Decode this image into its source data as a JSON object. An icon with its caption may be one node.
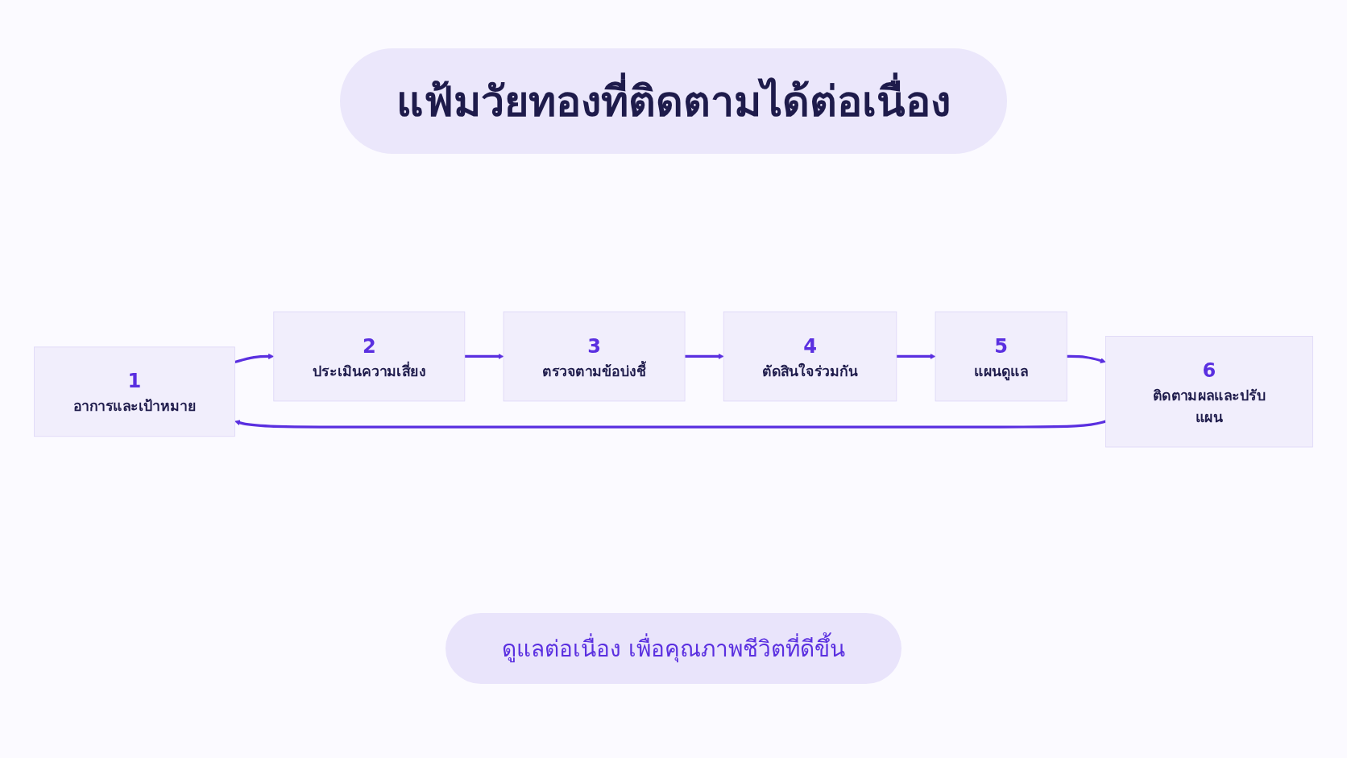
{
  "diagram": {
    "title": "แฟ้มวัยทองที่ติดตามได้ต่อเนื่อง",
    "caption": "ดูแลต่อเนื่อง เพื่อคุณภาพชีวิตที่ดีขึ้น",
    "nodes": [
      {
        "text": [
          "1",
          "อาการและเป้าหมาย"
        ]
      },
      {
        "text": [
          "2",
          "ประเมินความเสี่ยง"
        ]
      },
      {
        "text": [
          "3",
          "ตรวจตามข้อบ่งชี้"
        ]
      },
      {
        "text": [
          "4",
          "ตัดสินใจร่วมกัน"
        ]
      },
      {
        "text": [
          "5",
          "แผนดูแล"
        ]
      },
      {
        "text": [
          "6",
          "ติดตามผลและปรับแผน"
        ]
      }
    ],
    "edges": [
      {
        "from": 0,
        "to": 1,
        "arrow": "to"
      },
      {
        "from": 1,
        "to": 2,
        "arrow": "to"
      },
      {
        "from": 2,
        "to": 3,
        "arrow": "to"
      },
      {
        "from": 3,
        "to": 4,
        "arrow": "to"
      },
      {
        "from": 4,
        "to": 5,
        "arrow": "to"
      },
      {
        "from": 5,
        "to": 0,
        "arrow": "to"
      }
    ]
  }
}
